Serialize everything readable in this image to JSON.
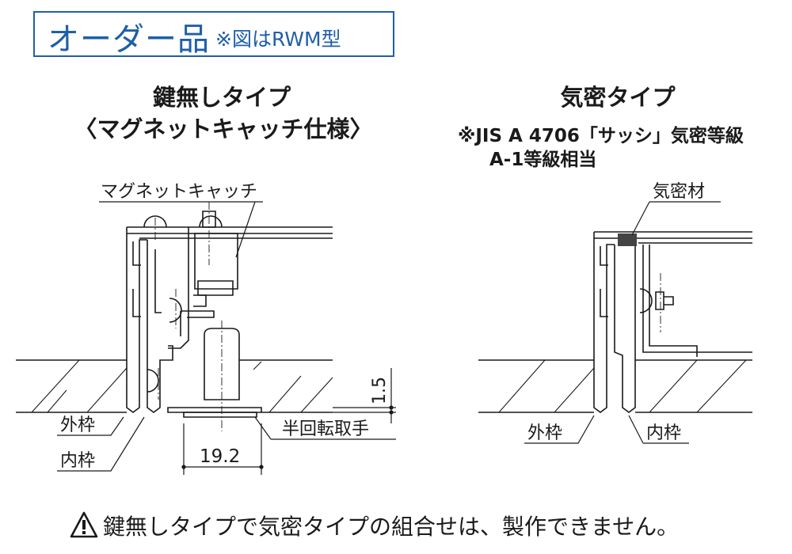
{
  "header": {
    "title": "オーダー品",
    "note": "※図はRWM型"
  },
  "keyless": {
    "heading_line1": "鍵無しタイプ",
    "heading_line2": "〈マグネットキャッチ仕様〉",
    "label_magnet": "マグネットキャッチ",
    "label_outer_frame": "外枠",
    "label_inner_frame": "内枠",
    "label_handle": "半回転取手",
    "dim_width": "19.2",
    "dim_height": "1.5"
  },
  "airtight": {
    "heading": "気密タイプ",
    "spec_line1": "※JIS A 4706「サッシ」気密等級",
    "spec_line2": "A-1等級相当",
    "label_seal": "気密材",
    "label_outer_frame": "外枠",
    "label_inner_frame": "内枠"
  },
  "warning": {
    "icon": "warning-triangle-icon",
    "text": "鍵無しタイプで気密タイプの組合せは、製作できません。"
  },
  "colors": {
    "accent": "#1f5fa8",
    "line": "#1a1a1a"
  }
}
